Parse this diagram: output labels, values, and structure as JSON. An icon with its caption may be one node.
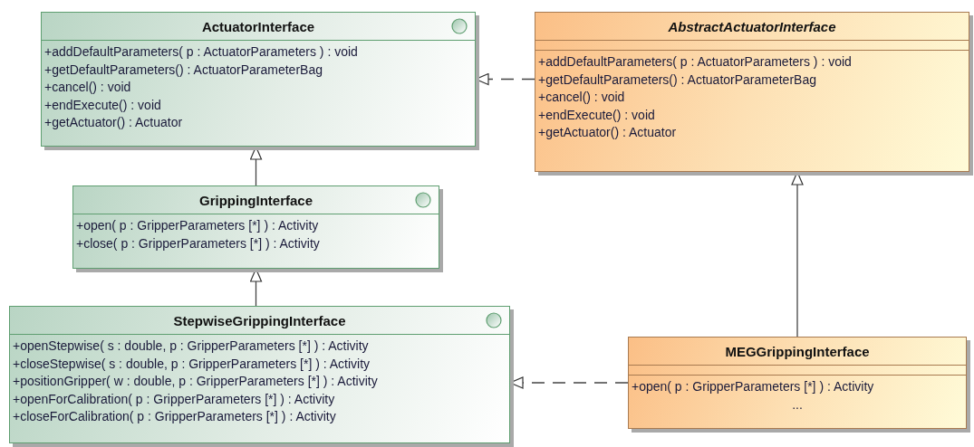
{
  "diagram": {
    "nodes": [
      {
        "text": [
          "ActuatorInterface",
          "+addDefaultParameters( p : ActuatorParameters ) : void",
          "+getDefaultParameters() : ActuatorParameterBag",
          "+cancel() : void",
          "+endExecute() : void",
          "+getActuator() : Actuator"
        ]
      },
      {
        "text": [
          "AbstractActuatorInterface",
          "+addDefaultParameters( p : ActuatorParameters ) : void",
          "+getDefaultParameters() : ActuatorParameterBag",
          "+cancel() : void",
          "+endExecute() : void",
          "+getActuator() : Actuator"
        ]
      },
      {
        "text": [
          "GrippingInterface",
          "+open( p : GripperParameters [*] ) : Activity",
          "+close( p : GripperParameters [*] ) : Activity"
        ]
      },
      {
        "text": [
          "StepwiseGrippingInterface",
          "+openStepwise( s : double, p : GripperParameters [*] ) : Activity",
          "+closeStepwise( s : double, p : GripperParameters [*] ) : Activity",
          "+positionGripper( w : double, p : GripperParameters [*] ) : Activity",
          "+openForCalibration( p : GripperParameters [*] ) : Activity",
          "+closeForCalibration( p : GripperParameters [*] ) : Activity"
        ]
      },
      {
        "text": [
          "MEGGrippingInterface",
          "+open( p : GripperParameters [*] ) : Activity",
          "..."
        ]
      }
    ],
    "edges": [
      {
        "from": 1,
        "to": 0,
        "arrow": "to",
        "style": "dashed"
      },
      {
        "from": 2,
        "to": 0,
        "arrow": "to"
      },
      {
        "from": 3,
        "to": 2,
        "arrow": "to"
      },
      {
        "from": 4,
        "to": 1,
        "arrow": "to"
      },
      {
        "from": 4,
        "to": 3,
        "arrow": "to",
        "style": "dashed"
      }
    ]
  }
}
